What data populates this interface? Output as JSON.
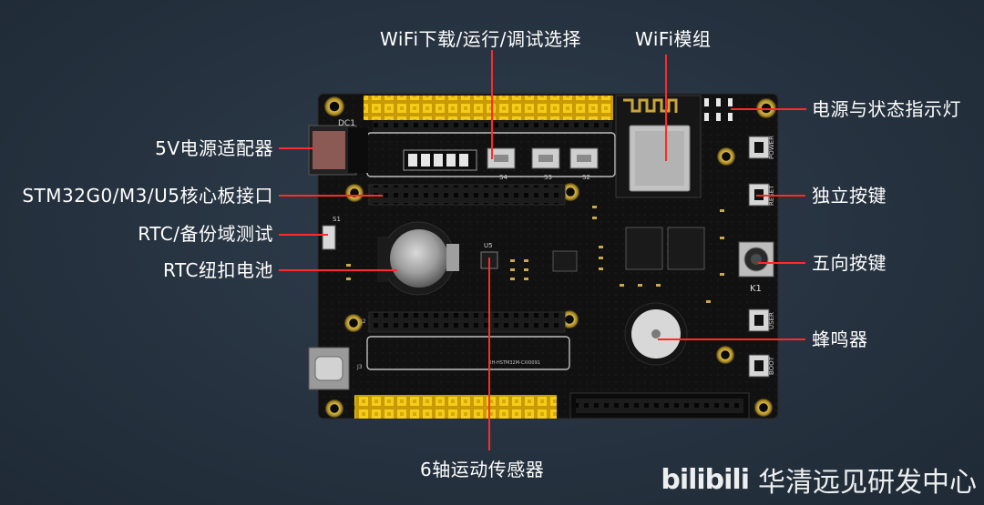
{
  "labels": {
    "wifi_mode_select": "WiFi下载/运行/调试选择",
    "wifi_module": "WiFi模组",
    "power_status_led": "电源与状态指示灯",
    "power_adapter": "5V电源适配器",
    "core_board_interface": "STM32G0/M3/U5核心板接口",
    "rtc_backup_test": "RTC/备份域测试",
    "rtc_battery": "RTC纽扣电池",
    "independent_key": "独立按键",
    "five_way_key": "五向按键",
    "buzzer": "蜂鸣器",
    "six_axis_sensor": "6轴运动传感器"
  },
  "silkscreen": {
    "dc_jack": "DC1",
    "key_k1": "K1",
    "power": "POWER",
    "reset": "RESET",
    "user": "USER",
    "boot": "BOOT",
    "s4": "S4",
    "s3": "S3",
    "s2": "S2",
    "s1": "S1",
    "u5": "U5",
    "j2": "J2",
    "j3": "J3",
    "bottom_code": "RH-HSTM32M-CXI0091"
  },
  "watermark": {
    "logo": "bilibili",
    "channel": "华清远见研发中心"
  },
  "colors": {
    "background": "#26323f",
    "pcb": "#121212",
    "header_pins": "#f2c80f",
    "text": "#ffffff",
    "leader_line": "#ff2a2a"
  }
}
